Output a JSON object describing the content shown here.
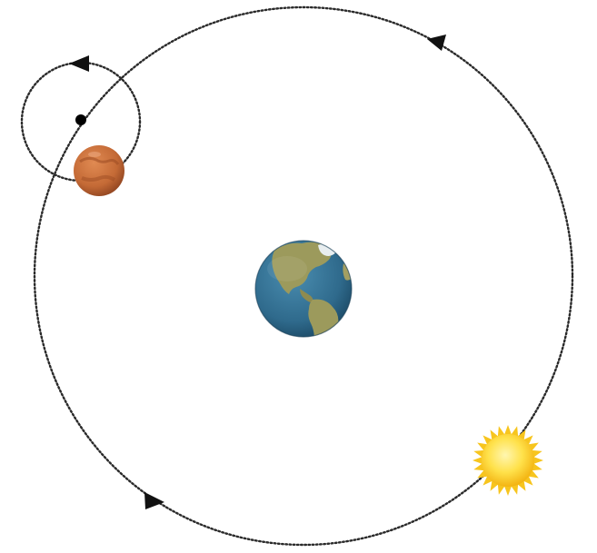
{
  "diagram": {
    "type": "geocentric-epicycle-model",
    "bodies": {
      "earth": {
        "icon": "earth-icon",
        "role": "center"
      },
      "mars": {
        "icon": "mars-icon",
        "role": "planet-on-epicycle"
      },
      "sun": {
        "icon": "sun-icon",
        "role": "body-on-deferent"
      },
      "epicycle_center": {
        "icon": "dot-icon"
      }
    },
    "orbits": [
      {
        "name": "deferent",
        "style": "dotted"
      },
      {
        "name": "epicycle",
        "style": "dotted"
      }
    ],
    "motion_direction": "counterclockwise",
    "colors": {
      "orbit_line": "#2a2a2a",
      "ocean": "#2f6a8c",
      "land": "#9c9a5c",
      "mars": "#c46a36",
      "sun": "#f7c51e"
    }
  }
}
